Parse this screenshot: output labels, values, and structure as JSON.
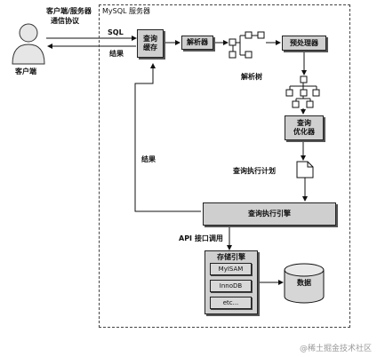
{
  "client": {
    "label": "客户端",
    "protocol_line1": "客户端/服务器",
    "protocol_line2": "通信协议"
  },
  "server": {
    "title": "MySQL 服务器"
  },
  "arrows": {
    "sql": "SQL",
    "result_top": "结果",
    "result_left": "结果",
    "parse_tree": "解析树",
    "exec_plan": "查询执行计划",
    "api_call": "API 接口调用"
  },
  "components": {
    "query_cache_line1": "查询",
    "query_cache_line2": "缓存",
    "parser": "解析器",
    "preprocessor": "预处理器",
    "optimizer_line1": "查询",
    "optimizer_line2": "优化器",
    "execution_engine": "查询执行引擎",
    "storage_engine": "存储引擎",
    "engines": [
      "MyISAM",
      "InnoDB",
      "etc..."
    ],
    "data": "数据"
  },
  "watermark": "@稀土掘金技术社区"
}
